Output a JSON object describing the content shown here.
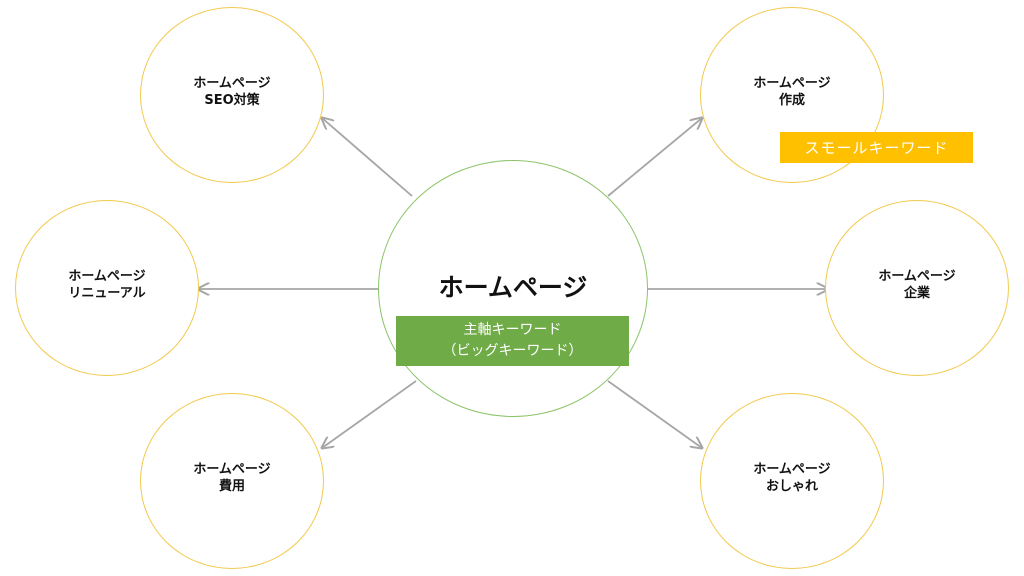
{
  "colors": {
    "satellite_border": "#f2c94c",
    "center_border": "#8cc46a",
    "arrow": "#a6a6a6",
    "main_tag_bg": "#6fab47",
    "small_tag_bg": "#ffc000"
  },
  "center": {
    "title": "ホームページ",
    "main_tag": "主軸キーワード\n（ビッグキーワード）"
  },
  "small_tag": "スモールキーワード",
  "satellites": {
    "seo": "ホームページ\nSEO対策",
    "renewal": "ホームページ\nリニューアル",
    "cost": "ホームページ\n費用",
    "create": "ホームページ\n作成",
    "company": "ホームページ\n企業",
    "stylish": "ホームページ\nおしゃれ"
  }
}
